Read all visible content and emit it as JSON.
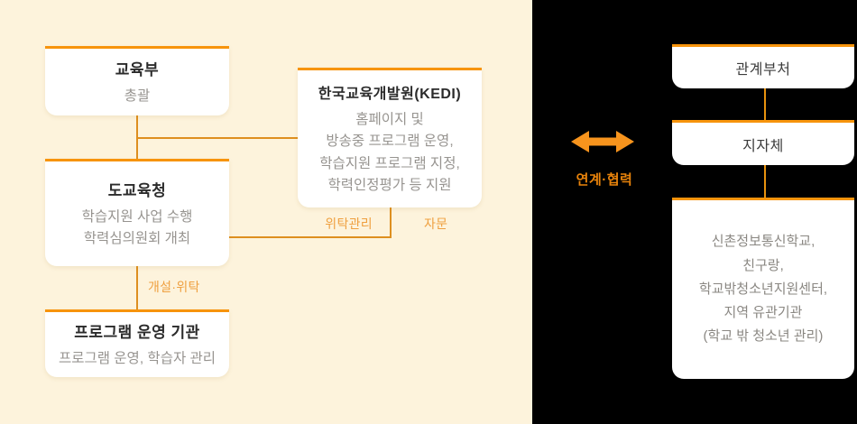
{
  "diagram": {
    "left": {
      "nodes": {
        "moe": {
          "title": "교육부",
          "lines": [
            "총괄"
          ]
        },
        "kedi": {
          "title": "한국교육개발원(KEDI)",
          "lines": [
            "홈페이지 및",
            "방송중 프로그램 운영,",
            "학습지원 프로그램 지정,",
            "학력인정평가 등 지원"
          ]
        },
        "doe": {
          "title": "도교육청",
          "lines": [
            "학습지원 사업 수행",
            "학력심의원회 개최"
          ]
        },
        "operator": {
          "title": "프로그램 운영 기관",
          "lines": [
            "프로그램 운영, 학습자 관리"
          ]
        }
      },
      "edge_labels": {
        "entrusted_management": "위탁관리",
        "advisory": "자문",
        "open_entrust": "개설·위탁"
      }
    },
    "bridge": {
      "label": "연계·협력",
      "icon": "double-headed-horizontal-arrow"
    },
    "right": {
      "nodes": {
        "ministries": {
          "title": "관계부처"
        },
        "local_gov": {
          "title": "지자체"
        },
        "partners": {
          "lines": [
            "신촌정보통신학교,",
            "친구랑,",
            "학교밖청소년지원센터,",
            "지역 유관기관",
            "(학교 밖 청소년 관리)"
          ]
        }
      }
    },
    "colors": {
      "left_background": "#FDF3DC",
      "right_background": "#000000",
      "node_top_border": "#F7940C",
      "connector_left": "#DE8F1F",
      "connector_right": "#E8920E",
      "edge_label_text": "#EFA040",
      "bridge_label_text": "#E8830B",
      "bridge_arrow": "#F7941D",
      "title_text": "#2B2B2B",
      "subtitle_text": "#979490"
    }
  }
}
